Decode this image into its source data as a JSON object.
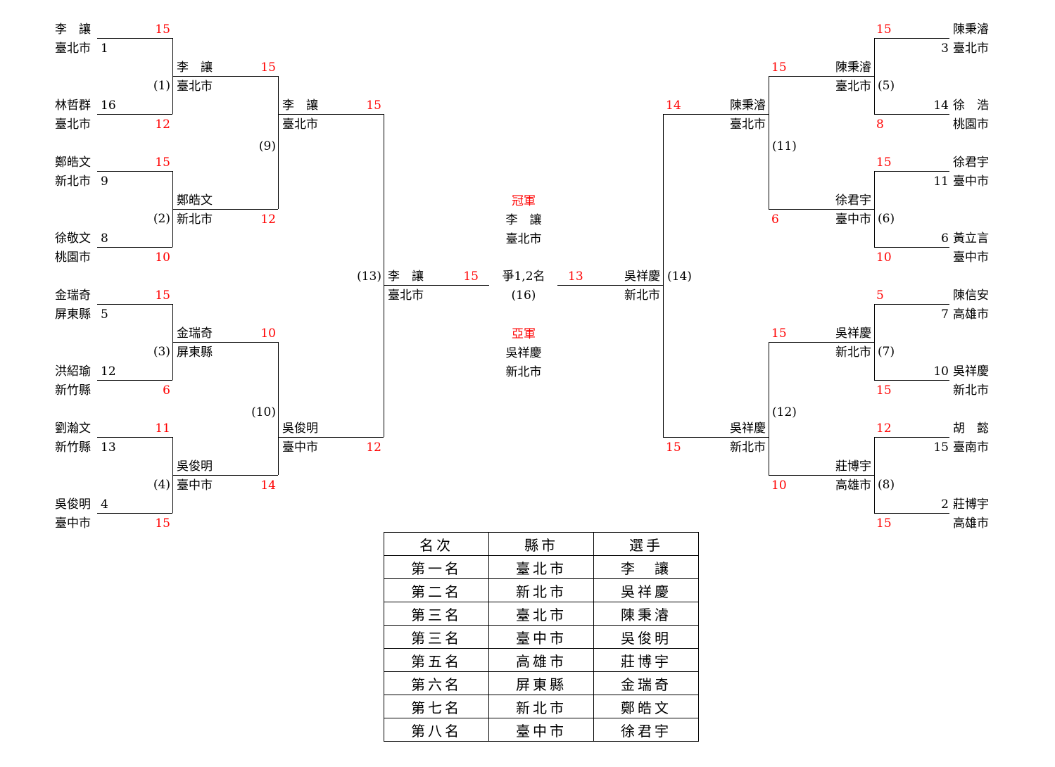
{
  "title": "Tournament Bracket",
  "bracket": {
    "left": {
      "round1": [
        {
          "match": "(1)",
          "top": {
            "name": "李　讓",
            "city": "臺北市",
            "seed": "1",
            "score": "15"
          },
          "bottom": {
            "name": "林哲群",
            "city": "臺北市",
            "seed": "16",
            "score": "12"
          }
        },
        {
          "match": "(2)",
          "top": {
            "name": "鄭皓文",
            "city": "新北市",
            "seed": "9",
            "score": "15"
          },
          "bottom": {
            "name": "徐敬文",
            "city": "桃園市",
            "seed": "8",
            "score": "10"
          }
        },
        {
          "match": "(3)",
          "top": {
            "name": "金瑞奇",
            "city": "屏東縣",
            "seed": "5",
            "score": "15"
          },
          "bottom": {
            "name": "洪紹瑜",
            "city": "新竹縣",
            "seed": "12",
            "score": "6"
          }
        },
        {
          "match": "(4)",
          "top": {
            "name": "劉瀚文",
            "city": "新竹縣",
            "seed": "13",
            "score": "11"
          },
          "bottom": {
            "name": "吳俊明",
            "city": "臺中市",
            "seed": "4",
            "score": "15"
          }
        }
      ],
      "round2": [
        {
          "match": "(9)",
          "top": {
            "name": "李　讓",
            "city": "臺北市",
            "score": "15"
          },
          "bottom": {
            "name": "鄭皓文",
            "city": "新北市",
            "score": "12"
          }
        },
        {
          "match": "(10)",
          "top": {
            "name": "金瑞奇",
            "city": "屏東縣",
            "score": "10"
          },
          "bottom": {
            "name": "吳俊明",
            "city": "臺中市",
            "score": "14"
          }
        }
      ],
      "round3": {
        "match": "(13)",
        "top": {
          "name": "李　讓",
          "city": "臺北市",
          "score": "15"
        },
        "bottom": {
          "name": "吳俊明",
          "city": "臺中市",
          "score": "12"
        }
      },
      "finalist": {
        "name": "李　讓",
        "city": "臺北市",
        "score": "15"
      }
    },
    "right": {
      "round1": [
        {
          "match": "(5)",
          "top": {
            "name": "陳秉濬",
            "city": "臺北市",
            "seed": "3",
            "score": "15"
          },
          "bottom": {
            "name": "徐　浩",
            "city": "桃園市",
            "seed": "14",
            "score": "8"
          }
        },
        {
          "match": "(6)",
          "top": {
            "name": "徐君宇",
            "city": "臺中市",
            "seed": "11",
            "score": "15"
          },
          "bottom": {
            "name": "黃立言",
            "city": "臺中市",
            "seed": "6",
            "score": "10"
          }
        },
        {
          "match": "(7)",
          "top": {
            "name": "陳信安",
            "city": "高雄市",
            "seed": "7",
            "score": "5"
          },
          "bottom": {
            "name": "吳祥慶",
            "city": "新北市",
            "seed": "10",
            "score": "15"
          }
        },
        {
          "match": "(8)",
          "top": {
            "name": "胡　懿",
            "city": "臺南市",
            "seed": "15",
            "score": "12"
          },
          "bottom": {
            "name": "莊博宇",
            "city": "高雄市",
            "seed": "2",
            "score": "15"
          }
        }
      ],
      "round2": [
        {
          "match": "(11)",
          "top": {
            "name": "陳秉濬",
            "city": "臺北市",
            "score": "15"
          },
          "bottom": {
            "name": "徐君宇",
            "city": "臺中市",
            "score": "6"
          }
        },
        {
          "match": "(12)",
          "top": {
            "name": "吳祥慶",
            "city": "新北市",
            "score": "15"
          },
          "bottom": {
            "name": "莊博宇",
            "city": "高雄市",
            "score": "10"
          }
        }
      ],
      "round3": {
        "match": "(14)",
        "top": {
          "name": "陳秉濬",
          "city": "臺北市",
          "score": "14"
        },
        "bottom": {
          "name": "吳祥慶",
          "city": "新北市",
          "score": "15"
        }
      },
      "finalist": {
        "name": "吳祥慶",
        "city": "新北市",
        "score": "13"
      }
    },
    "final": {
      "label": "爭1,2名",
      "match": "(16)",
      "champion_label": "冠軍",
      "champion_name": "李　讓",
      "champion_city": "臺北市",
      "runnerup_label": "亞軍",
      "runnerup_name": "吳祥慶",
      "runnerup_city": "新北市"
    }
  },
  "ranking": {
    "headers": [
      "名次",
      "縣市",
      "選手"
    ],
    "rows": [
      [
        "第一名",
        "臺北市",
        "李　讓"
      ],
      [
        "第二名",
        "新北市",
        "吳祥慶"
      ],
      [
        "第三名",
        "臺北市",
        "陳秉濬"
      ],
      [
        "第三名",
        "臺中市",
        "吳俊明"
      ],
      [
        "第五名",
        "高雄市",
        "莊博宇"
      ],
      [
        "第六名",
        "屏東縣",
        "金瑞奇"
      ],
      [
        "第七名",
        "新北市",
        "鄭皓文"
      ],
      [
        "第八名",
        "臺中市",
        "徐君宇"
      ]
    ]
  },
  "colors": {
    "score": "#ff0000",
    "line": "#000000"
  }
}
